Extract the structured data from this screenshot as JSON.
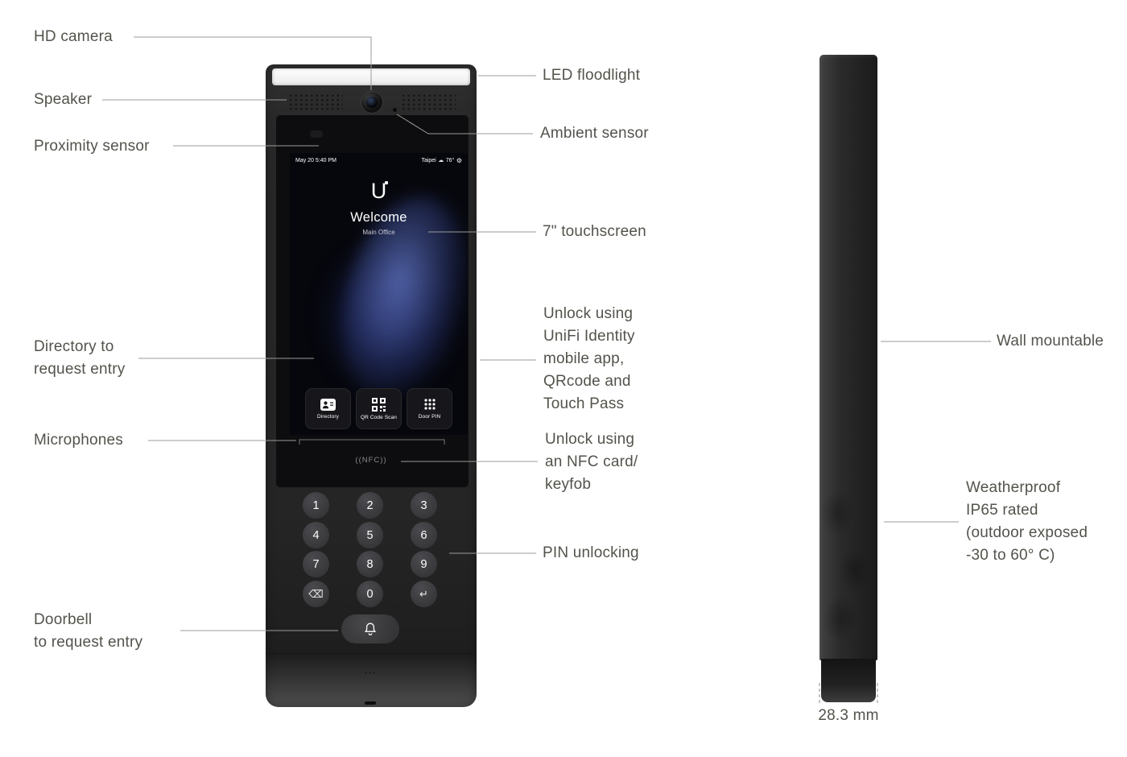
{
  "callouts": {
    "hd_camera": "HD camera",
    "speaker": "Speaker",
    "proximity_sensor": "Proximity sensor",
    "directory": "Directory to\nrequest entry",
    "microphones": "Microphones",
    "doorbell": "Doorbell\nto request entry",
    "led_floodlight": "LED floodlight",
    "ambient_sensor": "Ambient sensor",
    "touchscreen": "7\" touchscreen",
    "unlock_identity": "Unlock using\nUniFi Identity\nmobile app,\nQRcode and\nTouch Pass",
    "unlock_nfc": "Unlock using\nan NFC card/\nkeyfob",
    "pin_unlocking": "PIN unlocking",
    "wall_mountable": "Wall mountable",
    "weatherproof": "Weatherproof\nIP65 rated\n(outdoor exposed\n-30 to 60° C)",
    "dimension": "28.3 mm"
  },
  "screen": {
    "status_left": "May 20 5:40 PM",
    "status_city": "Taipei",
    "status_temp": "76°",
    "weather_icon": "cloud-icon",
    "settings_icon": "gear-icon",
    "logo_letter": "U",
    "welcome": "Welcome",
    "location": "Main Office",
    "tiles": [
      {
        "label": "Directory",
        "icon": "directory-contact-icon"
      },
      {
        "label": "QR Code Scan",
        "icon": "qr-code-icon"
      },
      {
        "label": "Door PIN",
        "icon": "pin-grid-icon"
      }
    ]
  },
  "device": {
    "nfc_label": "((NFC))",
    "keypad": [
      "1",
      "2",
      "3",
      "4",
      "5",
      "6",
      "7",
      "8",
      "9",
      "⌫",
      "0",
      "↵"
    ]
  },
  "colors": {
    "label_text": "#53534c",
    "callout_line": "#9b9b97",
    "device_body": "#272727",
    "screen_accent": "#3c5090",
    "floodlight": "#f4f4f4"
  }
}
